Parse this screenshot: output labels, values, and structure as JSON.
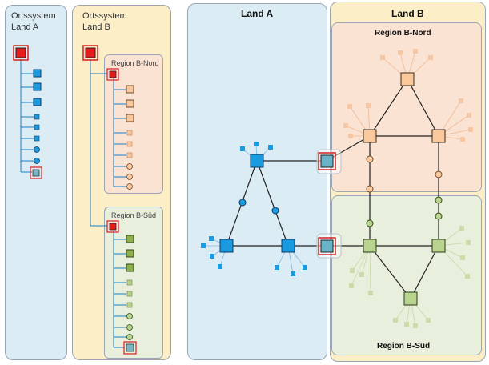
{
  "tree_a": {
    "title_line1": "Ortssystem",
    "title_line2": "Land A"
  },
  "tree_b": {
    "title_line1": "Ortssystem",
    "title_line2": "Land B",
    "region_north": "Region B-Nord",
    "region_south": "Region B-Süd"
  },
  "network": {
    "land_a": "Land A",
    "land_b": "Land B",
    "region_north": "Region B-Nord",
    "region_south": "Region B-Süd"
  },
  "colors": {
    "land_a_bg": "#dcecf5",
    "land_b_bg": "#fcefc7",
    "north_bg": "#fbe3d4",
    "south_bg": "#e8efdc",
    "blue": "#1a9be0",
    "orange": "#f9c89c",
    "green": "#b9d48f",
    "red": "#d42020"
  }
}
